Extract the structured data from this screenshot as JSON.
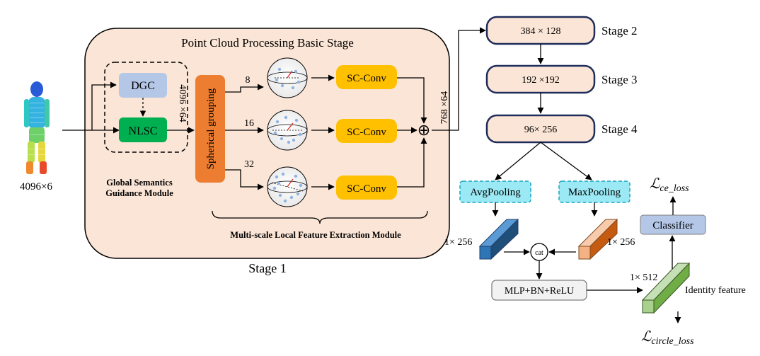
{
  "stage_basic": {
    "title": "Point Cloud Processing Basic Stage",
    "caption": "Stage 1"
  },
  "input": {
    "label": "4096×6"
  },
  "gsg": {
    "dgc": "DGC",
    "nlsc": "NLSC",
    "dim": "4096 ×64",
    "caption_line1": "Global Semantics",
    "caption_line2": "Guidance Module"
  },
  "spherical": {
    "label": "Spherical grouping"
  },
  "branches": [
    {
      "k": "8",
      "conv": "SC-Conv"
    },
    {
      "k": "16",
      "conv": "SC-Conv"
    },
    {
      "k": "32",
      "conv": "SC-Conv"
    }
  ],
  "mlfe": {
    "caption": "Multi-scale Local Feature Extraction Module"
  },
  "sum": {
    "symbol": "⊕",
    "dim": "768 ×64"
  },
  "stages": [
    {
      "size": "384 × 128",
      "name": "Stage 2"
    },
    {
      "size": "192 ×192",
      "name": "Stage 3"
    },
    {
      "size": "96× 256",
      "name": "Stage 4"
    }
  ],
  "head": {
    "avgpool": "AvgPooling",
    "maxpool": "MaxPooling",
    "dim_left": "1× 256",
    "dim_right": "1× 256",
    "cat": "cat",
    "mlp": "MLP+BN+ReLU",
    "dim_512": "1× 512",
    "identity": "Identity feature",
    "classifier": "Classifier",
    "loss_ce_main": "ℒ",
    "loss_ce_sub": "ce_loss",
    "loss_circle_main": "ℒ",
    "loss_circle_sub": "circle_loss"
  },
  "colors": {
    "stage_bg": "#fbe5d6",
    "dgc": "#b4c7e7",
    "nlsc": "#00b050",
    "spherical": "#ed7d31",
    "scconv": "#ffc000",
    "pool": "#9be9f4",
    "avg_cube": "#2e75b6",
    "max_cube": "#f4b183",
    "id_cube": "#a9d18e",
    "classifier": "#b4c7e7",
    "mlp": "#f2f2f2"
  }
}
